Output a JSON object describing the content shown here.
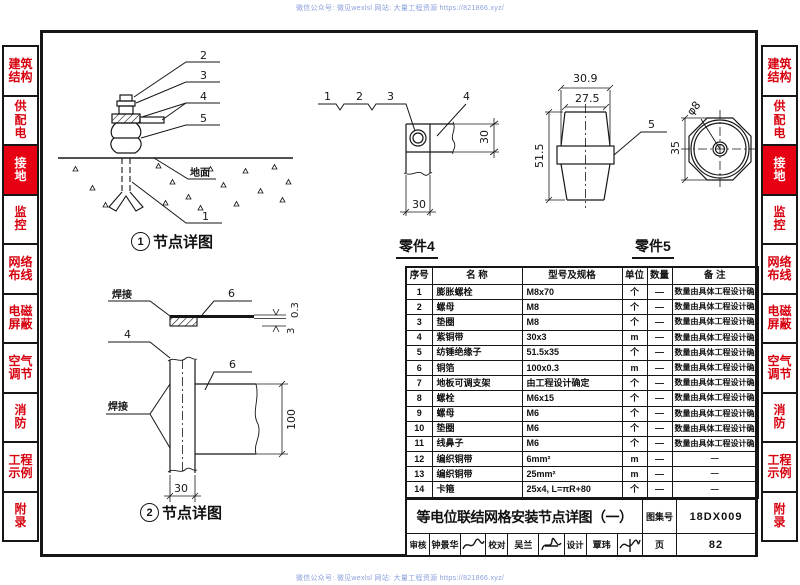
{
  "watermark": {
    "top": "微信公众号: 微见wexlsl    网站: 大量工程资源 https://821866.xyz/",
    "bottom": "微信公众号: 微见wexlsl    网站: 大量工程资源 https://821866.xyz/"
  },
  "colors": {
    "tab_red": "#e60012",
    "tab_text_red": "#d7000f",
    "active_tab_text": "#ffffff",
    "line_black": "#161616",
    "watermark_blue": "#8b9fdc"
  },
  "sidebar": {
    "items": [
      {
        "label": "建筑\n结构",
        "active": false
      },
      {
        "label": "供\n配\n电",
        "active": false
      },
      {
        "label": "接\n地",
        "active": true
      },
      {
        "label": "监\n控",
        "active": false
      },
      {
        "label": "网络\n布线",
        "active": false
      },
      {
        "label": "电磁\n屏蔽",
        "active": false
      },
      {
        "label": "空气\n调节",
        "active": false
      },
      {
        "label": "消\n防",
        "active": false
      },
      {
        "label": "工程\n示例",
        "active": false
      },
      {
        "label": "附\n录",
        "active": false
      }
    ]
  },
  "detail1": {
    "caption_num": "1",
    "caption_text": "节点详图",
    "labels": {
      "n1": "1",
      "n2": "2",
      "n3": "3",
      "n4": "4",
      "n5": "5",
      "ground": "地面"
    }
  },
  "part4": {
    "caption": "零件4",
    "labels": {
      "n1": "1",
      "n2": "2",
      "n3": "3",
      "n4": "4",
      "dim_right": "30",
      "dim_bottom": "30"
    }
  },
  "part5": {
    "caption": "零件5",
    "labels": {
      "dim_outer": "30.9",
      "dim_inner": "27.5",
      "dim_height": "51.5",
      "n5": "5",
      "dim_side": "35",
      "dia": "φ8"
    }
  },
  "detail2": {
    "caption_num": "2",
    "caption_text": "节点详图",
    "labels": {
      "weld_top": "焊接",
      "weld_mid": "焊接",
      "n6_top": "6",
      "n6_mid": "6",
      "n4": "4",
      "dim_03": "0.3",
      "dim_3": "3",
      "dim_100": "100",
      "dim_30": "30"
    }
  },
  "table": {
    "headers": [
      "序号",
      "名  称",
      "型号及规格",
      "单位",
      "数量",
      "备  注"
    ],
    "rows": [
      {
        "no": "1",
        "name": "膨胀螺栓",
        "spec": "M8x70",
        "unit": "个",
        "qty": "—",
        "note": "数量由具体工程设计确定"
      },
      {
        "no": "2",
        "name": "螺母",
        "spec": "M8",
        "unit": "个",
        "qty": "—",
        "note": "数量由具体工程设计确定"
      },
      {
        "no": "3",
        "name": "垫圈",
        "spec": "M8",
        "unit": "个",
        "qty": "—",
        "note": "数量由具体工程设计确定"
      },
      {
        "no": "4",
        "name": "紫铜带",
        "spec": "30x3",
        "unit": "m",
        "qty": "—",
        "note": "数量由具体工程设计确定"
      },
      {
        "no": "5",
        "name": "纺锤绝缘子",
        "spec": "51.5x35",
        "unit": "个",
        "qty": "—",
        "note": "数量由具体工程设计确定"
      },
      {
        "no": "6",
        "name": "铜箔",
        "spec": "100x0.3",
        "unit": "m",
        "qty": "—",
        "note": "数量由具体工程设计确定"
      },
      {
        "no": "7",
        "name": "地板可调支架",
        "spec": "由工程设计确定",
        "unit": "个",
        "qty": "—",
        "note": "数量由具体工程设计确定"
      },
      {
        "no": "8",
        "name": "螺栓",
        "spec": "M6x15",
        "unit": "个",
        "qty": "—",
        "note": "数量由具体工程设计确定"
      },
      {
        "no": "9",
        "name": "螺母",
        "spec": "M6",
        "unit": "个",
        "qty": "—",
        "note": "数量由具体工程设计确定"
      },
      {
        "no": "10",
        "name": "垫圈",
        "spec": "M6",
        "unit": "个",
        "qty": "—",
        "note": "数量由具体工程设计确定"
      },
      {
        "no": "11",
        "name": "线鼻子",
        "spec": "M6",
        "unit": "个",
        "qty": "—",
        "note": "数量由具体工程设计确定"
      },
      {
        "no": "12",
        "name": "编织铜带",
        "spec": "6mm²",
        "unit": "m",
        "qty": "—",
        "note": "—"
      },
      {
        "no": "13",
        "name": "编织铜带",
        "spec": "25mm²",
        "unit": "m",
        "qty": "—",
        "note": "—"
      },
      {
        "no": "14",
        "name": "卡箍",
        "spec": "25x4, L=πR+80",
        "unit": "个",
        "qty": "—",
        "note": "—"
      }
    ]
  },
  "titleblock": {
    "title": "等电位联结网格安装节点详图（一）",
    "atlas_label": "图集号",
    "atlas_no": "18DX009",
    "page_label": "页",
    "page_no": "82",
    "reviewer_label": "审核",
    "reviewer": "钟景华",
    "checker_label": "校对",
    "checker": "吴兰",
    "designer_label": "设计",
    "designer": "覃玮"
  }
}
